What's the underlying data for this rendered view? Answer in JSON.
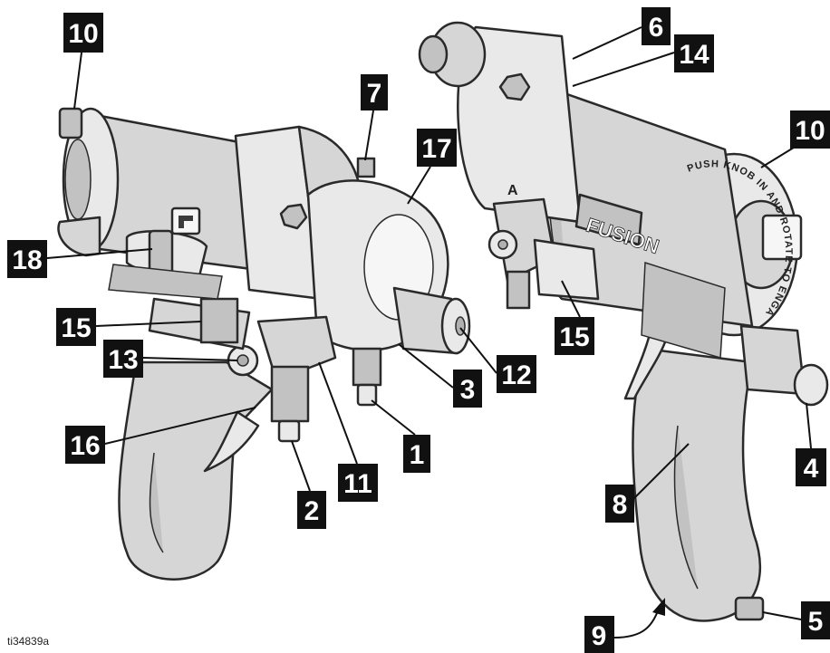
{
  "figure_id": "ti34839a",
  "callouts": [
    {
      "label": "10",
      "key": "left-10"
    },
    {
      "label": "7",
      "key": "left-7"
    },
    {
      "label": "17",
      "key": "left-17"
    },
    {
      "label": "18",
      "key": "left-18"
    },
    {
      "label": "15",
      "key": "left-15"
    },
    {
      "label": "13",
      "key": "left-13"
    },
    {
      "label": "16",
      "key": "left-16"
    },
    {
      "label": "3",
      "key": "left-3"
    },
    {
      "label": "12",
      "key": "left-12"
    },
    {
      "label": "1",
      "key": "left-1"
    },
    {
      "label": "11",
      "key": "left-11"
    },
    {
      "label": "2",
      "key": "left-2"
    },
    {
      "label": "6",
      "key": "right-6"
    },
    {
      "label": "14",
      "key": "right-14"
    },
    {
      "label": "10",
      "key": "right-10"
    },
    {
      "label": "15",
      "key": "right-15"
    },
    {
      "label": "4",
      "key": "right-4"
    },
    {
      "label": "8",
      "key": "right-8"
    },
    {
      "label": "5",
      "key": "right-5"
    },
    {
      "label": "9",
      "key": "right-9"
    }
  ],
  "product_markings": {
    "brand": "FUSION",
    "side_letter": "A",
    "knob_text": "PUSH KNOB IN AND ROTATE TO ENGAGE SAFETY"
  }
}
